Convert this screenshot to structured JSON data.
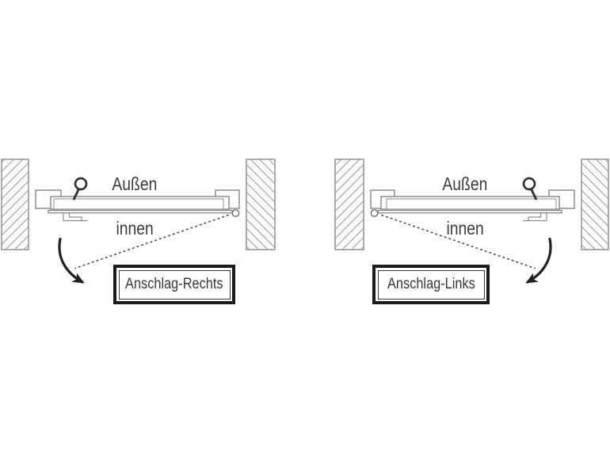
{
  "diagrams": [
    {
      "outside_label": "Außen",
      "inside_label": "innen",
      "caption": "Anschlag-Rechts"
    },
    {
      "outside_label": "Außen",
      "inside_label": "innen",
      "caption": "Anschlag-Links"
    }
  ],
  "colors": {
    "background": "#ffffff",
    "outline_gray": "#7d7d7d",
    "hatch_gray": "#9e9e9e",
    "handle_dark": "#333333",
    "arrow_black": "#212121",
    "box_border_black": "#1b1b1b",
    "label_text_gray": "#3d3d3d"
  },
  "icons": {
    "handle": "door-knob-icon",
    "swing": "curved-swing-arrow-icon",
    "pivot": "hinge-pivot-circle-icon"
  }
}
